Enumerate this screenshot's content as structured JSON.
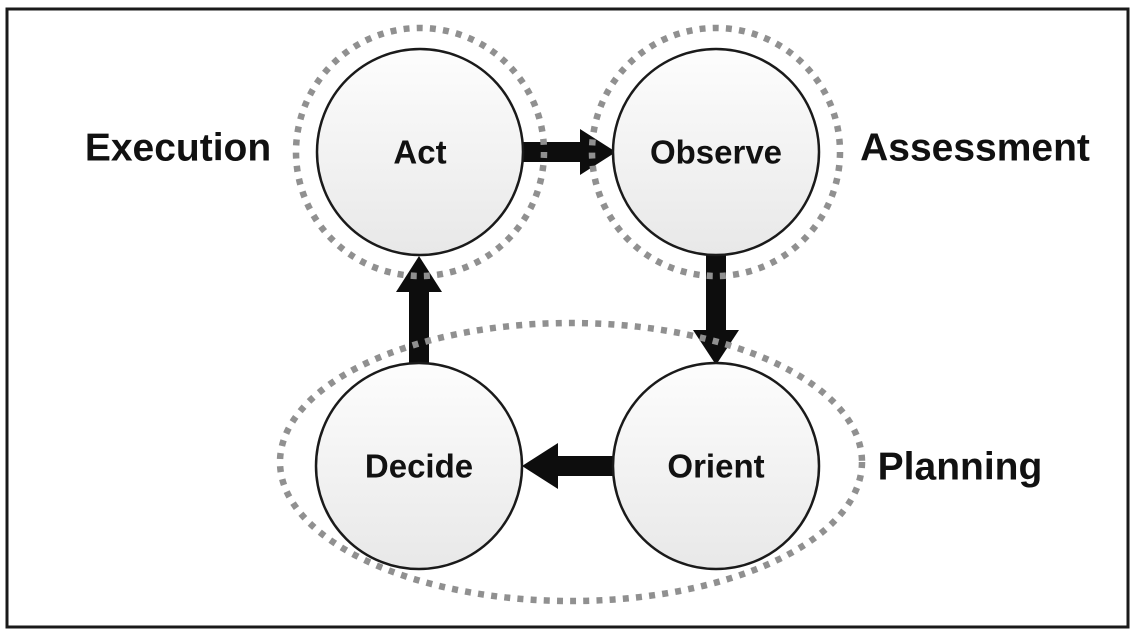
{
  "diagram": {
    "kind": "cycle-diagram",
    "nodes": {
      "act": {
        "label": "Act"
      },
      "observe": {
        "label": "Observe"
      },
      "orient": {
        "label": "Orient"
      },
      "decide": {
        "label": "Decide"
      }
    },
    "phases": {
      "execution": {
        "label": "Execution",
        "contains": [
          "act"
        ]
      },
      "assessment": {
        "label": "Assessment",
        "contains": [
          "observe"
        ]
      },
      "planning": {
        "label": "Planning",
        "contains": [
          "decide",
          "orient"
        ]
      }
    },
    "edges": [
      {
        "from": "act",
        "to": "observe"
      },
      {
        "from": "observe",
        "to": "orient"
      },
      {
        "from": "orient",
        "to": "decide"
      },
      {
        "from": "decide",
        "to": "act"
      }
    ],
    "colors": {
      "background": "#ffffff",
      "border": "#1a1a1a",
      "node_fill_top": "#fdfdfd",
      "node_fill_bottom": "#e8e8e8",
      "node_stroke": "#1a1a1a",
      "arrow": "#0d0d0d",
      "dotted_outline": "#909090",
      "label_text": "#111111"
    }
  }
}
